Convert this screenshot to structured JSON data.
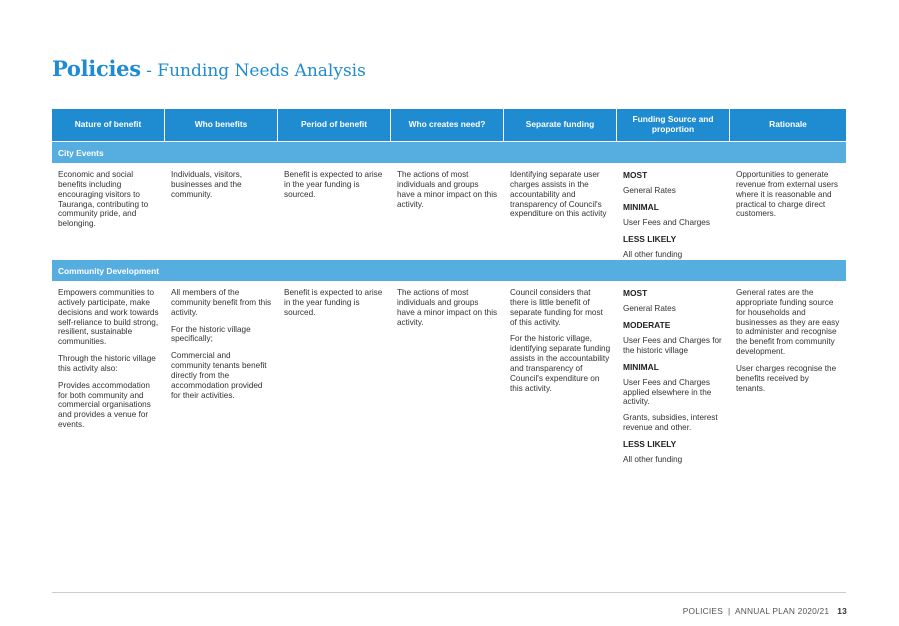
{
  "title": {
    "main": "Policies",
    "sub": " - Funding Needs Analysis"
  },
  "headers": [
    "Nature of benefit",
    "Who benefits",
    "Period of benefit",
    "Who creates need?",
    "Separate funding",
    "Funding Source and proportion",
    "Rationale"
  ],
  "sections": [
    {
      "name": "City Events",
      "nature": [
        "Economic and social benefits including encouraging visitors to Tauranga, contributing to community pride, and belonging."
      ],
      "who_benefits": [
        "Individuals, visitors, businesses and the community."
      ],
      "period": [
        "Benefit is expected to arise in the year funding is sourced."
      ],
      "who_creates": [
        "The actions of most individuals and groups have a minor impact on this activity."
      ],
      "separate": [
        "Identifying separate user charges assists in the accountability and transparency of Council's expenditure on this activity"
      ],
      "funding": [
        {
          "level": "MOST",
          "sources": [
            "General Rates"
          ]
        },
        {
          "level": "MINIMAL",
          "sources": [
            "User Fees and Charges"
          ]
        },
        {
          "level": "LESS LIKELY",
          "sources": [
            "All other funding"
          ]
        }
      ],
      "rationale": [
        "Opportunities to generate revenue from external users where it is reasonable and practical to charge direct customers."
      ]
    },
    {
      "name": "Community Development",
      "nature": [
        "Empowers communities to actively participate, make decisions and work towards self-reliance to build strong, resilient, sustainable communities.",
        "Through the historic village this activity also:",
        "Provides accommodation for both community and commercial organisations and provides a venue for events."
      ],
      "who_benefits": [
        "All members of the community benefit from this activity.",
        "For the historic village specifically;",
        "Commercial and community tenants benefit directly from the accommodation provided for their activities."
      ],
      "period": [
        "Benefit is expected to arise in the year funding is sourced."
      ],
      "who_creates": [
        "The actions of most individuals and groups have a minor impact on this activity."
      ],
      "separate": [
        "Council considers that there is little benefit of separate funding for most of this activity.",
        "For the historic village, identifying separate funding assists in the accountability and transparency of Council's expenditure on this activity."
      ],
      "funding": [
        {
          "level": "MOST",
          "sources": [
            "General Rates"
          ]
        },
        {
          "level": "MODERATE",
          "sources": [
            "User Fees and Charges for the historic village"
          ]
        },
        {
          "level": "MINIMAL",
          "sources": [
            "User Fees and Charges applied elsewhere in the activity.",
            "Grants, subsidies, interest revenue and other."
          ]
        },
        {
          "level": "LESS LIKELY",
          "sources": [
            "All other funding"
          ]
        }
      ],
      "rationale": [
        "General rates are the appropriate funding source for households and businesses as they are easy to administer and recognise the benefit from community development.",
        "User charges recognise the benefits received by tenants."
      ]
    }
  ],
  "footer": {
    "text": "POLICIES  |  ANNUAL PLAN 2020/21",
    "page": "13"
  }
}
